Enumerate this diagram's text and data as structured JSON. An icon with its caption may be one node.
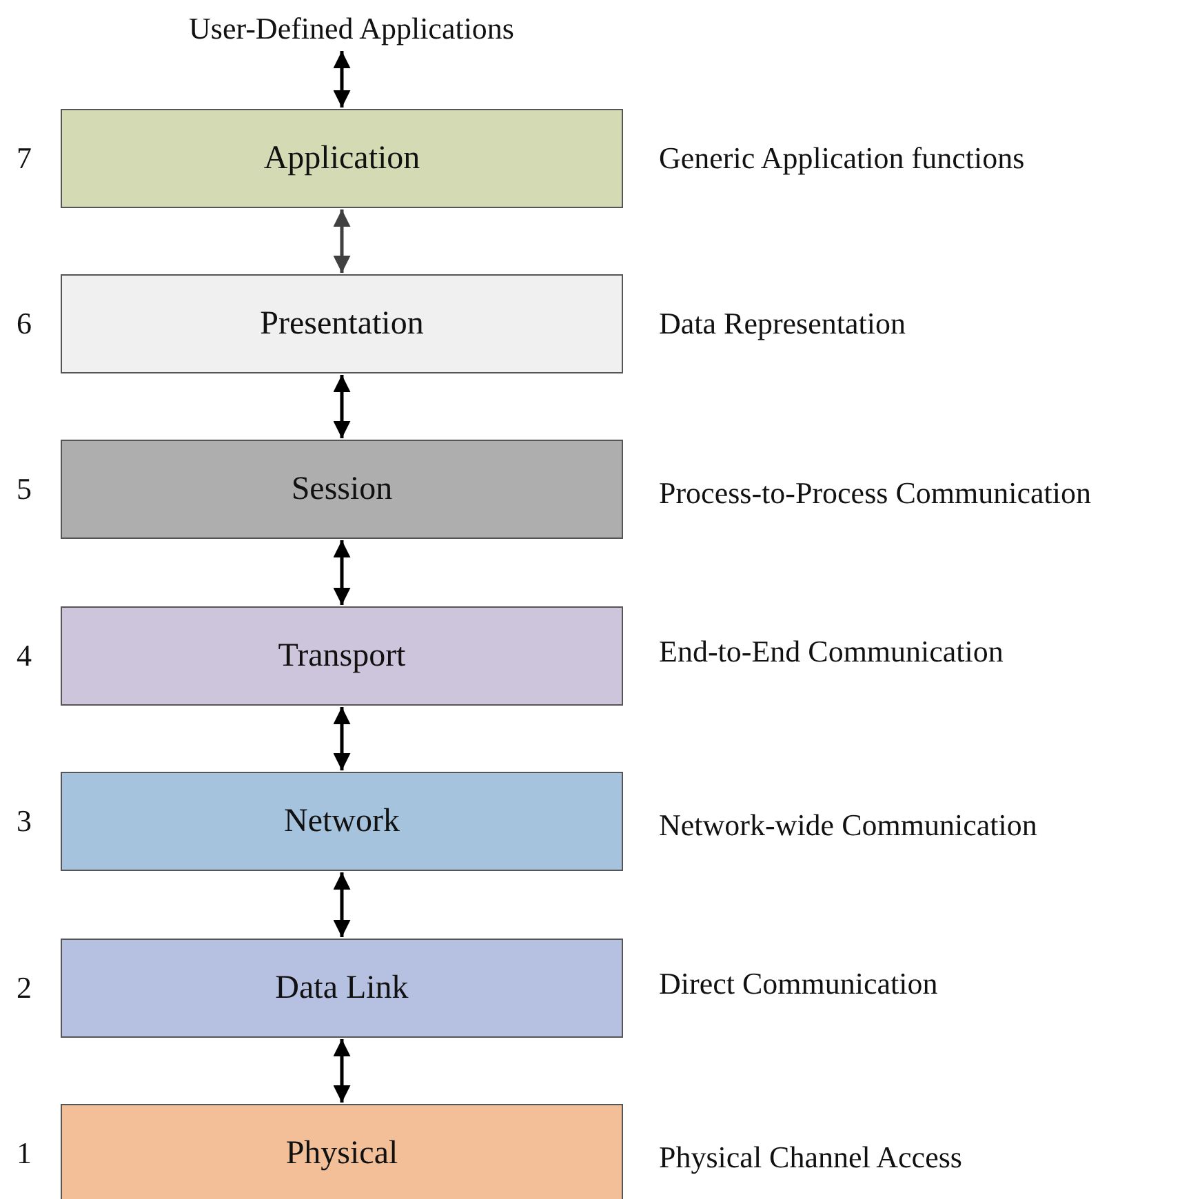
{
  "diagram": {
    "nodes": [
      {
        "text": [
          "User-Defined Applications"
        ]
      },
      {
        "text": [
          "Application"
        ],
        "beside": [
          "7",
          "Generic Application functions"
        ]
      },
      {
        "text": [
          "Presentation"
        ],
        "beside": [
          "6",
          "Data Representation"
        ]
      },
      {
        "text": [
          "Session"
        ],
        "beside": [
          "5",
          "Process-to-Process Communication"
        ]
      },
      {
        "text": [
          "Transport"
        ],
        "beside": [
          "4",
          "End-to-End Communication"
        ]
      },
      {
        "text": [
          "Network"
        ],
        "beside": [
          "3",
          "Network-wide Communication"
        ]
      },
      {
        "text": [
          "Data Link"
        ],
        "beside": [
          "2",
          "Direct Communication"
        ]
      },
      {
        "text": [
          "Physical"
        ],
        "beside": [
          "1",
          "Physical Channel Access"
        ]
      }
    ],
    "edges": [
      {
        "from": 0,
        "to": 1,
        "arrow": "both"
      },
      {
        "from": 1,
        "to": 2,
        "arrow": "both",
        "color": "#404040"
      },
      {
        "from": 2,
        "to": 3,
        "arrow": "both"
      },
      {
        "from": 3,
        "to": 4,
        "arrow": "both"
      },
      {
        "from": 4,
        "to": 5,
        "arrow": "both"
      },
      {
        "from": 5,
        "to": 6,
        "arrow": "both"
      },
      {
        "from": 6,
        "to": 7,
        "arrow": "both"
      }
    ]
  }
}
